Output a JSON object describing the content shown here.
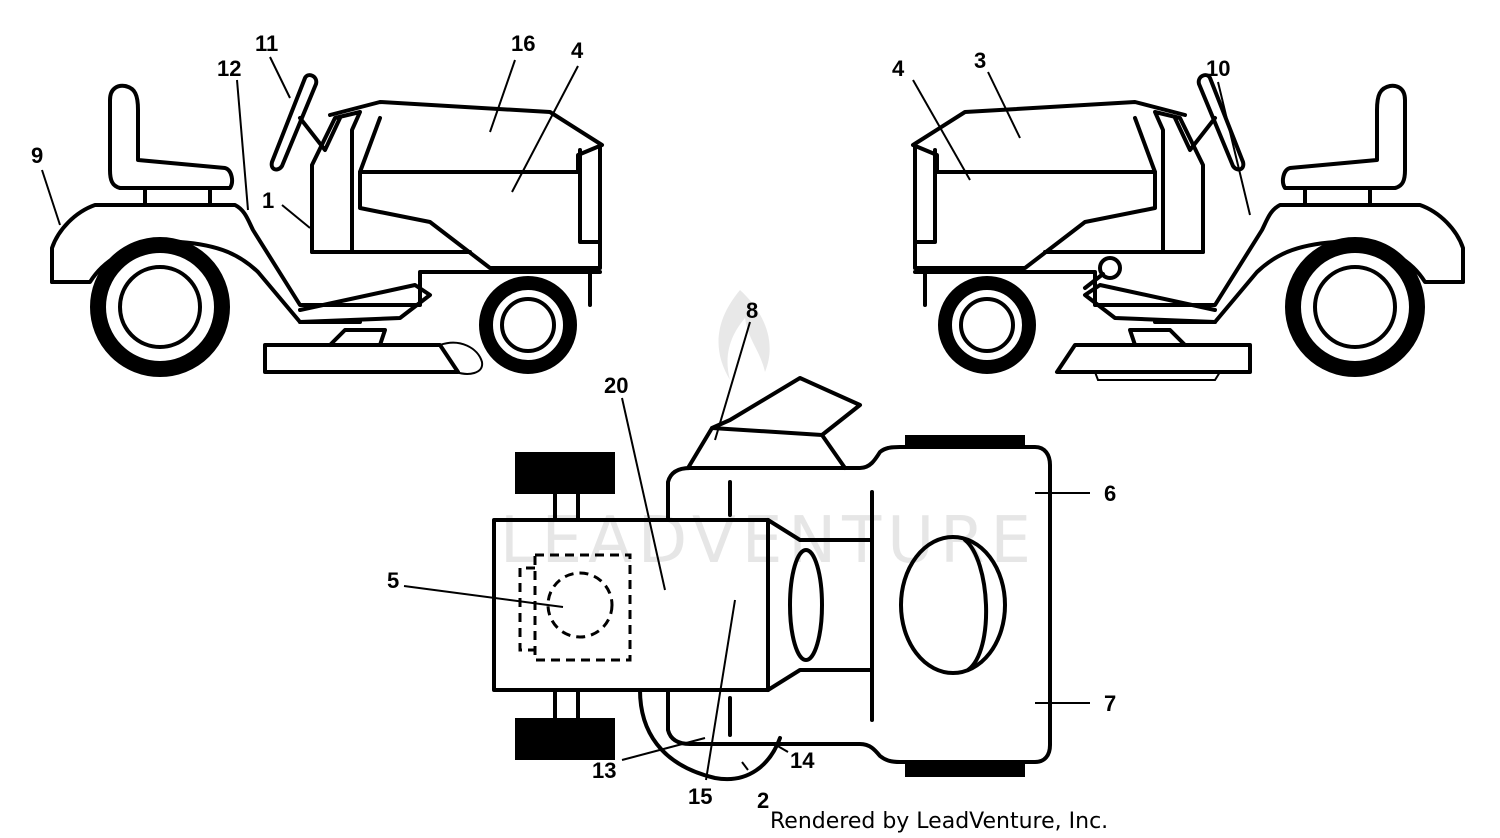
{
  "watermark": "LEADVENTURE",
  "credit": "Rendered by LeadVenture, Inc.",
  "labels": [
    {
      "id": "1",
      "text": "1"
    },
    {
      "id": "2",
      "text": "2"
    },
    {
      "id": "3",
      "text": "3"
    },
    {
      "id": "4a",
      "text": "4"
    },
    {
      "id": "4b",
      "text": "4"
    },
    {
      "id": "5",
      "text": "5"
    },
    {
      "id": "6",
      "text": "6"
    },
    {
      "id": "7",
      "text": "7"
    },
    {
      "id": "8",
      "text": "8"
    },
    {
      "id": "9",
      "text": "9"
    },
    {
      "id": "10",
      "text": "10"
    },
    {
      "id": "11",
      "text": "11"
    },
    {
      "id": "12",
      "text": "12"
    },
    {
      "id": "13",
      "text": "13"
    },
    {
      "id": "14",
      "text": "14"
    },
    {
      "id": "15",
      "text": "15"
    },
    {
      "id": "16",
      "text": "16"
    },
    {
      "id": "20",
      "text": "20"
    }
  ]
}
